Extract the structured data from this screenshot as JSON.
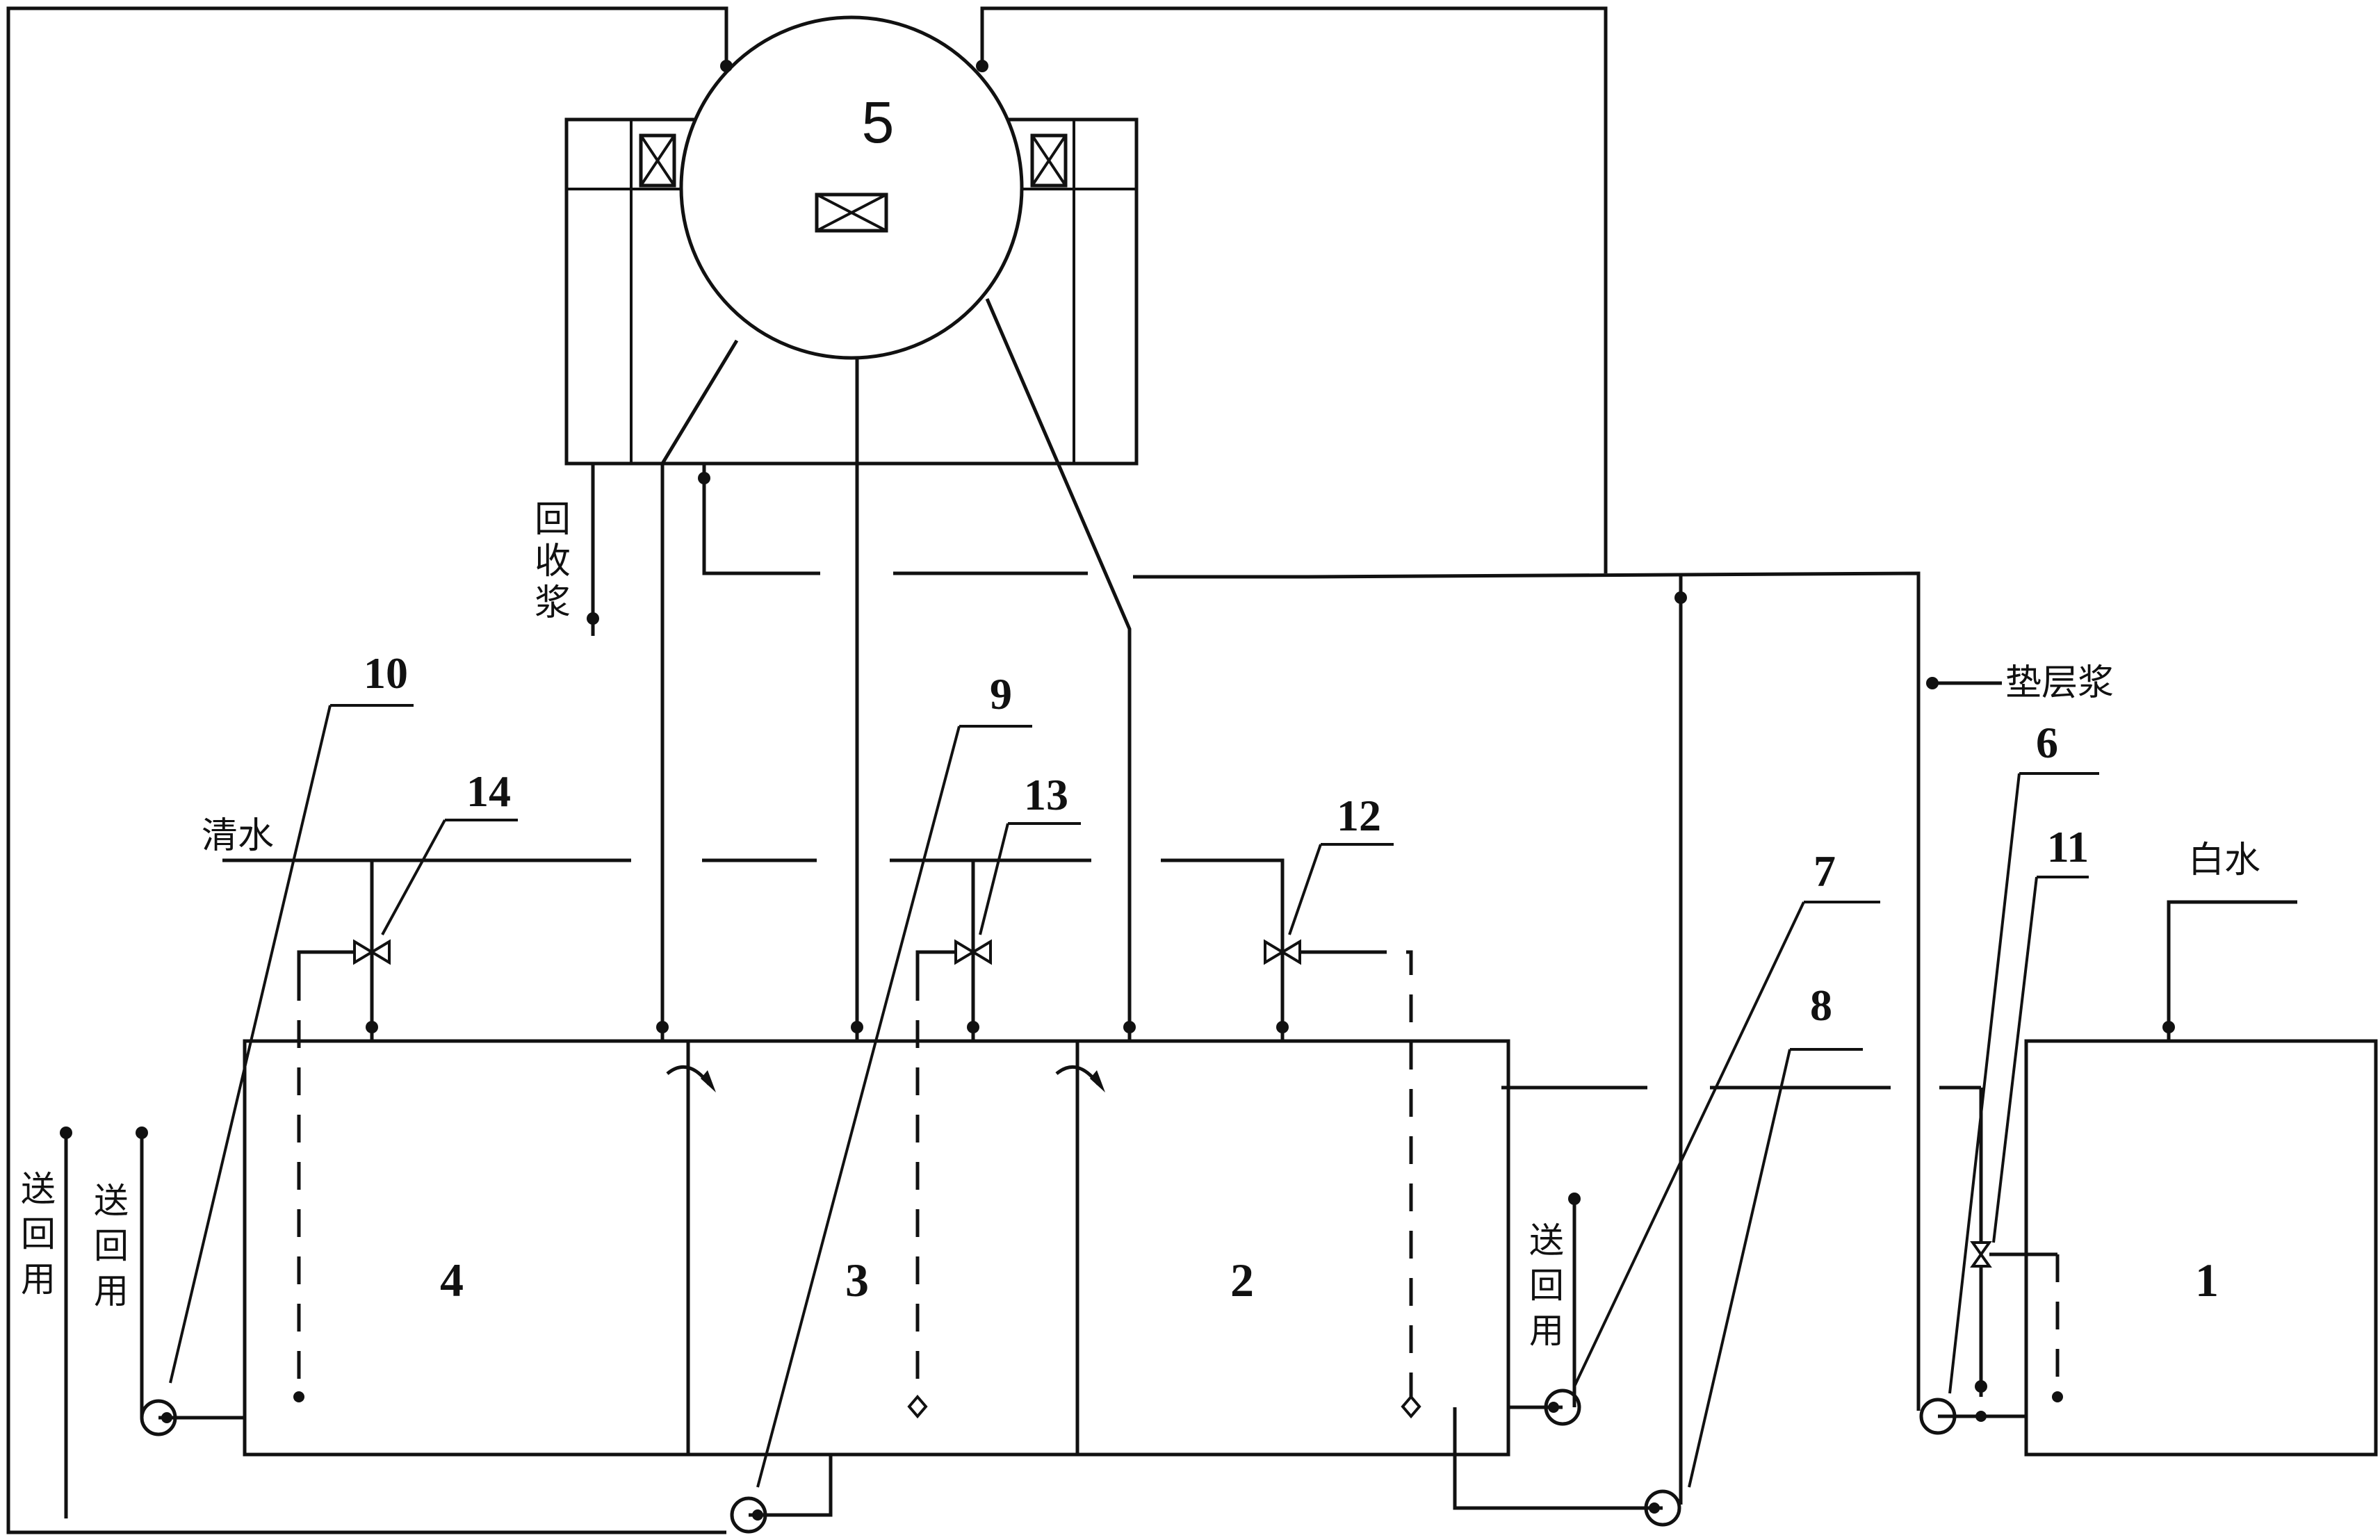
{
  "diagram": {
    "tanks": {
      "t1": "1",
      "t2": "2",
      "t3": "3",
      "t4": "4",
      "cylinder": "5"
    },
    "callouts": {
      "c6": "6",
      "c7": "7",
      "c8": "8",
      "c9": "9",
      "c10": "10",
      "c11": "11",
      "c12": "12",
      "c13": "13",
      "c14": "14"
    },
    "streams": {
      "clear_water": "清水",
      "white_water": "白水",
      "underlayer_pulp": "垫层浆",
      "recovered_pulp": [
        "回",
        "收",
        "浆"
      ],
      "send_return_a": [
        "送",
        "回",
        "用"
      ],
      "send_return_b": [
        "送",
        "回",
        "用"
      ],
      "send_return_c": [
        "送",
        "回",
        "用"
      ]
    }
  }
}
